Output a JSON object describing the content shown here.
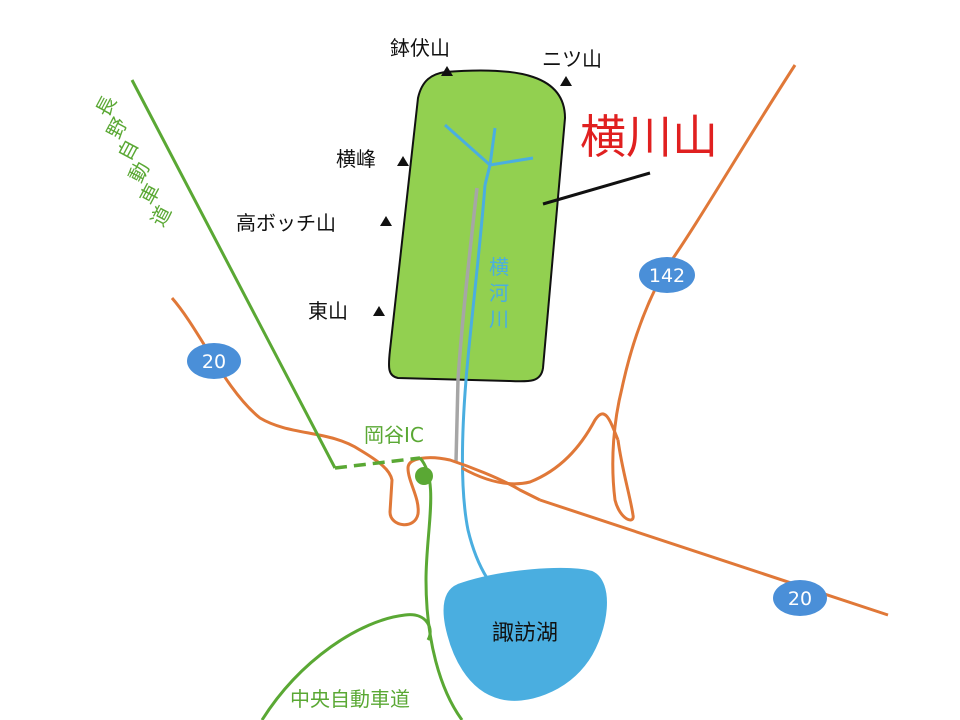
{
  "title": "横川山",
  "peaks": [
    {
      "id": "hachibuse",
      "label": "鉢伏山"
    },
    {
      "id": "futatsu",
      "label": "ニツ山"
    },
    {
      "id": "yokomine",
      "label": "横峰"
    },
    {
      "id": "takabocchi",
      "label": "高ボッチ山"
    },
    {
      "id": "higashi",
      "label": "東山"
    }
  ],
  "river": {
    "label_chars": [
      "横",
      "河",
      "川"
    ]
  },
  "lake": {
    "label": "諏訪湖"
  },
  "interchange": {
    "label": "岡谷IC"
  },
  "expressways": {
    "nagano": {
      "label_chars": [
        "長",
        "野",
        "自",
        "動",
        "車",
        "道"
      ]
    },
    "chuo": {
      "label": "中央自動車道"
    }
  },
  "route_shields": {
    "r20_west": "20",
    "r20_east": "20",
    "r142": "142"
  },
  "colors": {
    "mountain_fill": "#92d050",
    "route": "#e07838",
    "expressway": "#5aa834",
    "river": "#4aaee0",
    "lake": "#4aaee0",
    "shield": "#4a8fd8",
    "gray_line": "#a6a6a6",
    "title": "#e02020"
  }
}
